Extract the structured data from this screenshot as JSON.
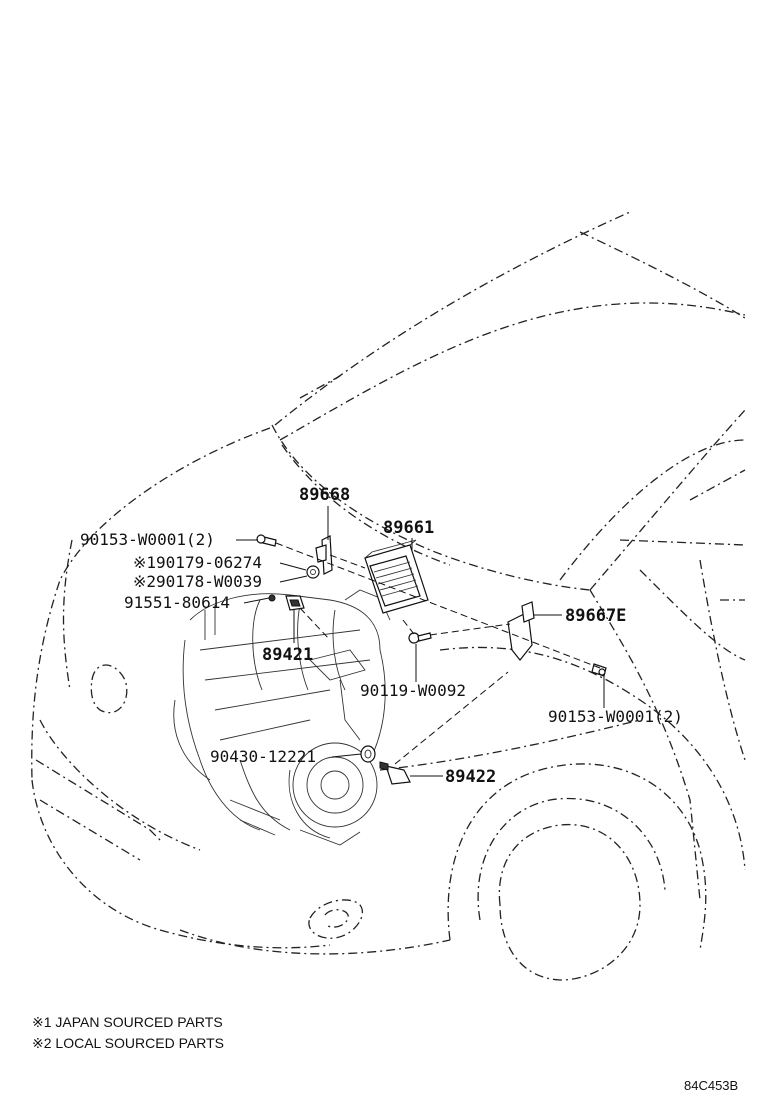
{
  "parts": {
    "p89668": "89668",
    "p89661": "89661",
    "p90153_left": "90153-W0001(2)",
    "p90179": "※190179-06274",
    "p90178": "※290178-W0039",
    "p91551": "91551-80614",
    "p89667E": "89667E",
    "p89421": "89421",
    "p90119": "90119-W0092",
    "p90153_right": "90153-W0001(2)",
    "p90430": "90430-12221",
    "p89422": "89422"
  },
  "notes": {
    "note1": "※1 JAPAN SOURCED PARTS",
    "note2": "※2 LOCAL SOURCED PARTS"
  },
  "figure_code": "84C453B"
}
